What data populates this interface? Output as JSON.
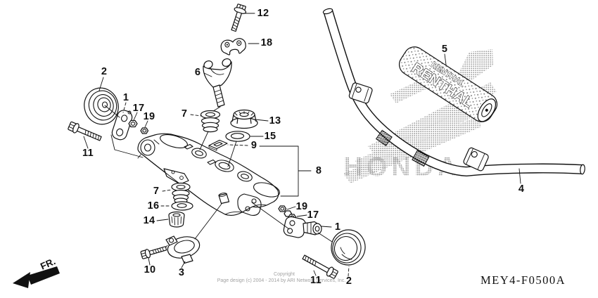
{
  "diagram": {
    "code": "MEY4-F0500A",
    "front_marker": "FR.",
    "watermark_text": "HONDA",
    "watermark_logo": "honda-wing-icon",
    "pad_brand": "RENTHAL",
    "copyright_line1": "Copyright",
    "copyright_line2": "Page design (c) 2004 - 2014 by ARI Network Services, Inc.",
    "line_color": "#111111",
    "watermark_color": "#999999",
    "background_color": "#ffffff"
  },
  "callouts": [
    {
      "label": "12"
    },
    {
      "label": "18"
    },
    {
      "label": "6"
    },
    {
      "label": "2"
    },
    {
      "label": "1"
    },
    {
      "label": "17"
    },
    {
      "label": "19"
    },
    {
      "label": "7"
    },
    {
      "label": "13"
    },
    {
      "label": "15"
    },
    {
      "label": "9"
    },
    {
      "label": "11"
    },
    {
      "label": "8"
    },
    {
      "label": "7"
    },
    {
      "label": "16"
    },
    {
      "label": "14"
    },
    {
      "label": "19"
    },
    {
      "label": "17"
    },
    {
      "label": "1"
    },
    {
      "label": "10"
    },
    {
      "label": "3"
    },
    {
      "label": "11"
    },
    {
      "label": "2"
    },
    {
      "label": "5"
    },
    {
      "label": "4"
    }
  ]
}
